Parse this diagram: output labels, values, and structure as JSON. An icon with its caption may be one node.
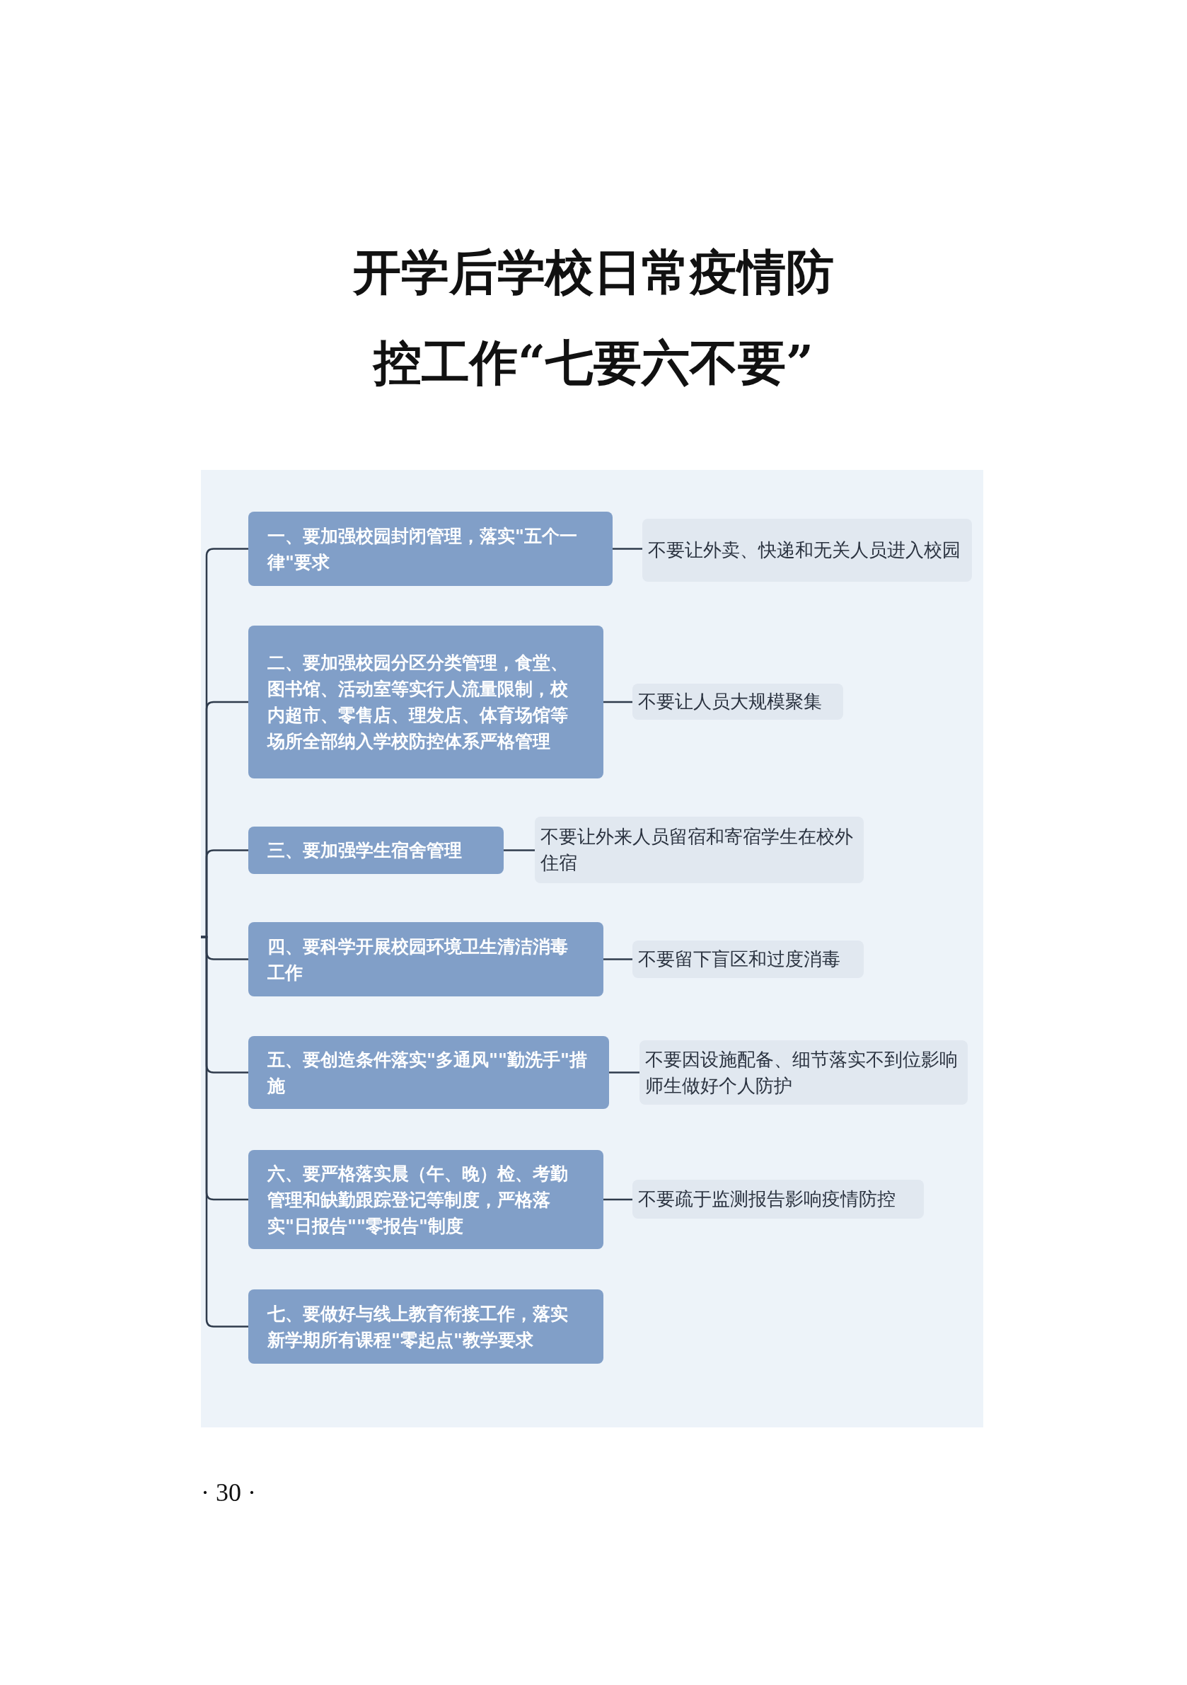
{
  "diagram": {
    "title": "开学后学校日常疫情防控工作“七要六不要”",
    "nodes": [
      {
        "text": [
          "一、要加强校园封闭管理，落实\"五个一律\"要求"
        ]
      },
      {
        "text": [
          "不要让外卖、快递和无关人员进入校园"
        ]
      },
      {
        "text": [
          "二、要加强校园分区分类管理，食堂、图书馆、活动室等实行人流量限制，校内超市、零售店、理发店、体育场馆等场所全部纳入学校防控体系严格管理"
        ]
      },
      {
        "text": [
          "不要让人员大规模聚集"
        ]
      },
      {
        "text": [
          "三、要加强学生宿舍管理"
        ]
      },
      {
        "text": [
          "不要让外来人员留宿和寄宿学生在校外住宿"
        ]
      },
      {
        "text": [
          "四、要科学开展校园环境卫生清洁消毒工作"
        ]
      },
      {
        "text": [
          "不要留下盲区和过度消毒"
        ]
      },
      {
        "text": [
          "五、要创造条件落实\"多通风\"\"勤洗手\"措施"
        ]
      },
      {
        "text": [
          "不要因设施配备、细节落实不到位影响师生做好个人防护"
        ]
      },
      {
        "text": [
          "六、要严格落实晨（午、晚）检、考勤管理和缺勤跟踪登记等制度，严格落实\"日报告\"\"零报告\"制度"
        ]
      },
      {
        "text": [
          "不要疏于监测报告影响疫情防控"
        ]
      },
      {
        "text": [
          "七、要做好与线上教育衔接工作，落实新学期所有课程\"零起点\"教学要求"
        ]
      }
    ],
    "edges": [
      {
        "from": null,
        "to": 0,
        "arrow": "none"
      },
      {
        "from": null,
        "to": 2,
        "arrow": "none"
      },
      {
        "from": null,
        "to": 4,
        "arrow": "none"
      },
      {
        "from": null,
        "to": 6,
        "arrow": "none"
      },
      {
        "from": null,
        "to": 8,
        "arrow": "none"
      },
      {
        "from": null,
        "to": 10,
        "arrow": "none"
      },
      {
        "from": null,
        "to": 12,
        "arrow": "none"
      },
      {
        "from": 0,
        "to": 1,
        "arrow": "none"
      },
      {
        "from": 2,
        "to": 3,
        "arrow": "none"
      },
      {
        "from": 4,
        "to": 5,
        "arrow": "none"
      },
      {
        "from": 6,
        "to": 7,
        "arrow": "none"
      },
      {
        "from": 8,
        "to": 9,
        "arrow": "none"
      },
      {
        "from": 10,
        "to": 11,
        "arrow": "none"
      }
    ],
    "labels": [
      "· 30 ·"
    ]
  }
}
